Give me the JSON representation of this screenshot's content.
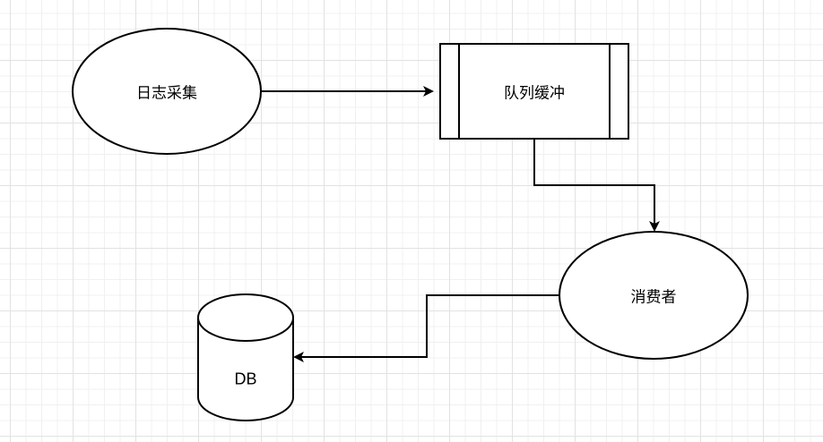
{
  "diagram": {
    "nodes": {
      "log_collection": {
        "label": "日志采集",
        "shape": "ellipse"
      },
      "queue_buffer": {
        "label": "队列缓冲",
        "shape": "process"
      },
      "consumer": {
        "label": "消费者",
        "shape": "ellipse"
      },
      "db": {
        "label": "DB",
        "shape": "cylinder"
      }
    },
    "edges": [
      {
        "from": "日志采集",
        "to": "队列缓冲"
      },
      {
        "from": "队列缓冲",
        "to": "消费者"
      },
      {
        "from": "消费者",
        "to": "DB"
      }
    ],
    "colors": {
      "stroke": "#000000",
      "fill": "#ffffff",
      "grid": "#e2e2e2"
    }
  }
}
